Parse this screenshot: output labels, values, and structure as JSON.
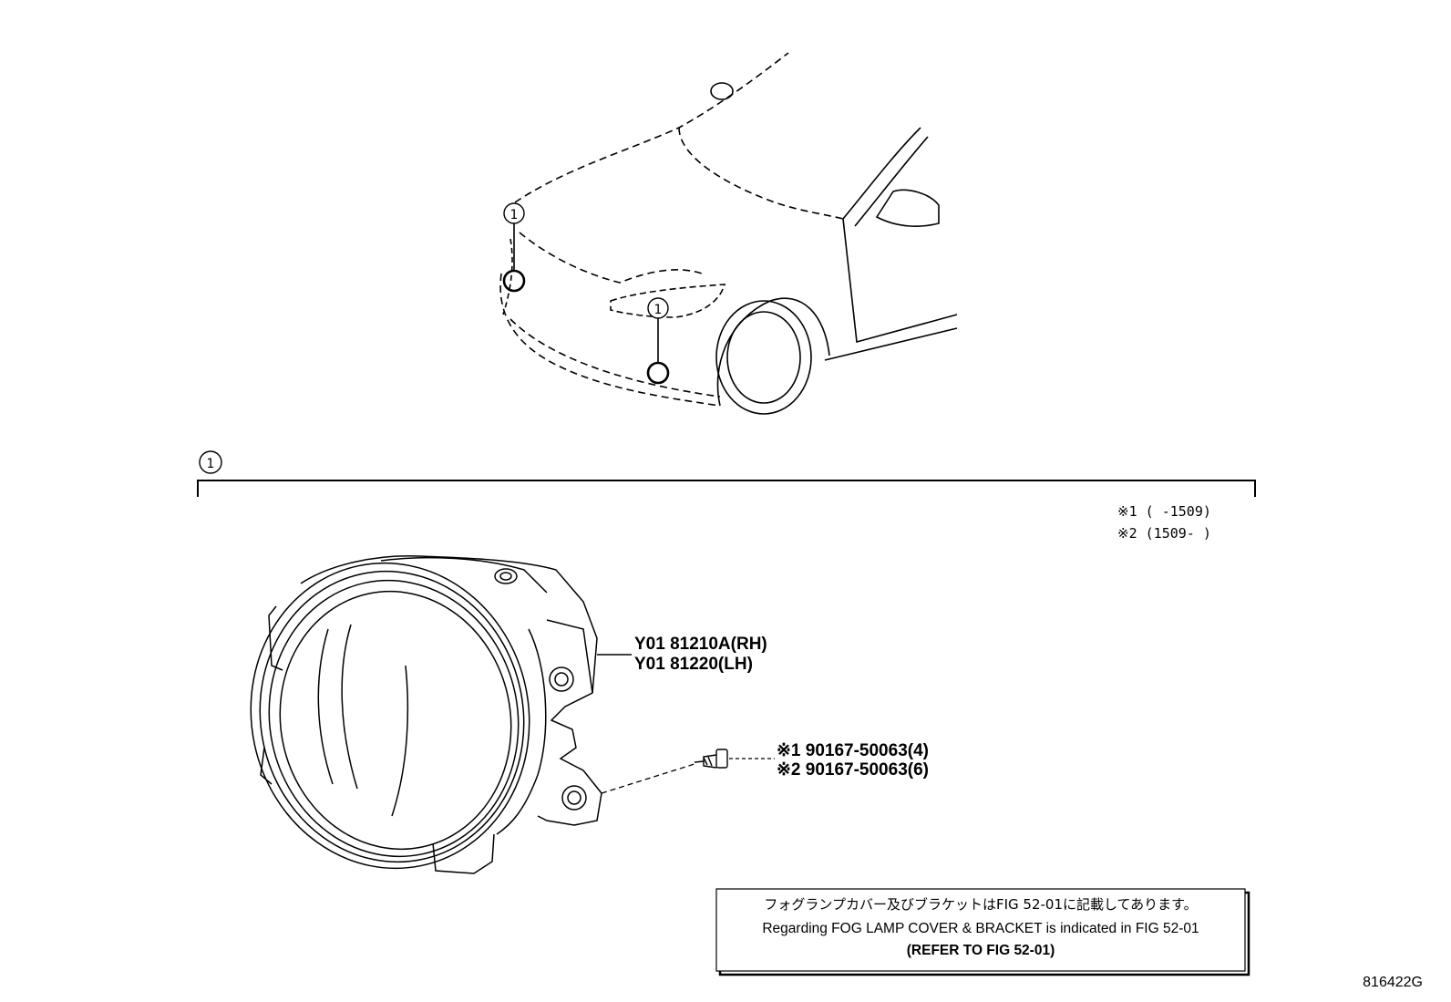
{
  "callouts": {
    "top_left": "1",
    "top_right": "1",
    "assembly": "1"
  },
  "conditions": {
    "c1": "※1 (      -1509)",
    "c2": "※2 (1509-      )"
  },
  "parts": {
    "lamp_rh": "Y01 81210A(RH)",
    "lamp_lh": "Y01 81220(LH)",
    "screw_1": "※1 90167-50063(4)",
    "screw_2": "※2 90167-50063(6)"
  },
  "note": {
    "japanese": "フォグランプカバー及びブラケットはFIG 52-01に記載してあります。",
    "english": "Regarding FOG LAMP COVER & BRACKET is indicated in FIG 52-01",
    "reference": "(REFER TO FIG 52-01)"
  },
  "figure_code": "816422G"
}
